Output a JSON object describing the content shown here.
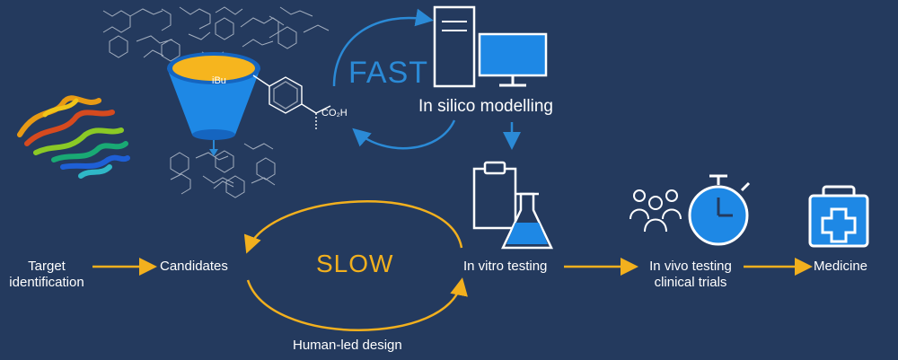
{
  "diagram": {
    "fast_label": "FAST",
    "slow_label": "SLOW",
    "in_silico_label": "In silico modelling",
    "human_led_label": "Human-led design",
    "steps": {
      "target_line1": "Target",
      "target_line2": "identification",
      "candidates": "Candidates",
      "in_vitro": "In vitro testing",
      "in_vivo_line1": "In vivo testing",
      "in_vivo_line2": "clinical trials",
      "medicine": "Medicine"
    },
    "molecule": {
      "substituent": "iBu",
      "group": "CO₂H"
    }
  },
  "colors": {
    "background": "#243a5e",
    "fast_blue": "#2b8ad6",
    "slow_yellow": "#f2b01e",
    "icon_blue": "#1e88e5",
    "white": "#ffffff"
  }
}
